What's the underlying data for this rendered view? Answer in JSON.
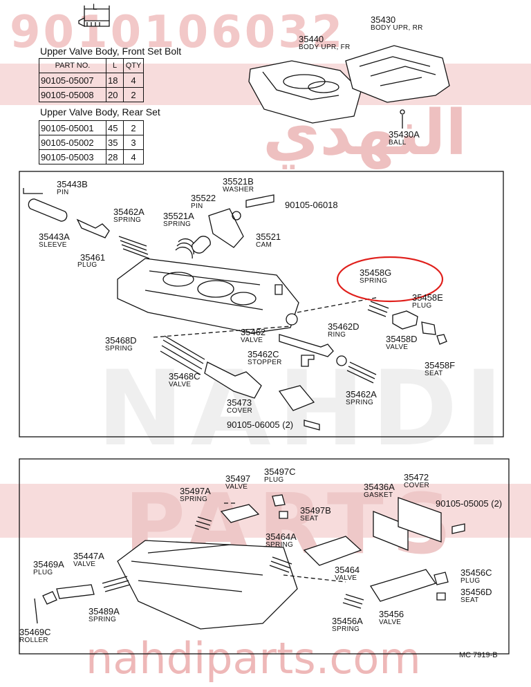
{
  "watermarks": {
    "top_number": "9010106032",
    "arabic": "النهدي",
    "brand_nahdi": "NAHDI",
    "brand_parts": "PARTS",
    "bottom_site": "nahdiparts.com"
  },
  "bolt_dimension_label": "L",
  "tables": [
    {
      "title": "Upper Valve Body, Front Set Bolt",
      "headers": [
        "PART NO.",
        "L",
        "QTY"
      ],
      "rows": [
        [
          "90105-05007",
          "18",
          "4"
        ],
        [
          "90105-05008",
          "20",
          "2"
        ]
      ]
    },
    {
      "title": "Upper Valve Body, Rear Set",
      "headers": [],
      "rows": [
        [
          "90105-05001",
          "45",
          "2"
        ],
        [
          "90105-05002",
          "35",
          "3"
        ],
        [
          "90105-05003",
          "28",
          "4"
        ]
      ]
    }
  ],
  "top_parts": [
    {
      "no": "35440",
      "name": "BODY UPR, FR"
    },
    {
      "no": "35430",
      "name": "BODY UPR, RR"
    },
    {
      "no": "35430A",
      "name": "BALL"
    }
  ],
  "middle_parts": [
    {
      "no": "35443B",
      "name": "PIN"
    },
    {
      "no": "35443A",
      "name": "SLEEVE"
    },
    {
      "no": "35461",
      "name": "PLUG"
    },
    {
      "no": "35462A",
      "name": "SPRING"
    },
    {
      "no": "35521A",
      "name": "SPRING"
    },
    {
      "no": "35522",
      "name": "PIN"
    },
    {
      "no": "35521B",
      "name": "WASHER"
    },
    {
      "no": "90105-06018",
      "name": ""
    },
    {
      "no": "35521",
      "name": "CAM"
    },
    {
      "no": "35458G",
      "name": "SPRING"
    },
    {
      "no": "35458E",
      "name": "PLUG"
    },
    {
      "no": "35458D",
      "name": "VALVE"
    },
    {
      "no": "35458F",
      "name": "SEAT"
    },
    {
      "no": "35462",
      "name": "VALVE"
    },
    {
      "no": "35462D",
      "name": "RING"
    },
    {
      "no": "35462C",
      "name": "STOPPER"
    },
    {
      "no": "35468D",
      "name": "SPRING"
    },
    {
      "no": "35468C",
      "name": "VALVE"
    },
    {
      "no": "35473",
      "name": "COVER"
    },
    {
      "no": "35462A",
      "name": "SPRING"
    },
    {
      "no": "90105-06005 (2)",
      "name": ""
    }
  ],
  "bottom_parts": [
    {
      "no": "35497A",
      "name": "SPRING"
    },
    {
      "no": "35497",
      "name": "VALVE"
    },
    {
      "no": "35497C",
      "name": "PLUG"
    },
    {
      "no": "35497B",
      "name": "SEAT"
    },
    {
      "no": "35436A",
      "name": "GASKET"
    },
    {
      "no": "35472",
      "name": "COVER"
    },
    {
      "no": "90105-05005 (2)",
      "name": ""
    },
    {
      "no": "35464A",
      "name": "SPRING"
    },
    {
      "no": "35464",
      "name": "VALVE"
    },
    {
      "no": "35456C",
      "name": "PLUG"
    },
    {
      "no": "35456D",
      "name": "SEAT"
    },
    {
      "no": "35469A",
      "name": "PLUG"
    },
    {
      "no": "35447A",
      "name": "VALVE"
    },
    {
      "no": "35489A",
      "name": "SPRING"
    },
    {
      "no": "35456A",
      "name": "SPRING"
    },
    {
      "no": "35456",
      "name": "VALVE"
    },
    {
      "no": "35469C",
      "name": "ROLLER"
    }
  ],
  "footer_code": "MC  7919-B",
  "colors": {
    "highlight": "#e0201c",
    "ink": "#111111",
    "watermark": "#f2c8c8"
  }
}
